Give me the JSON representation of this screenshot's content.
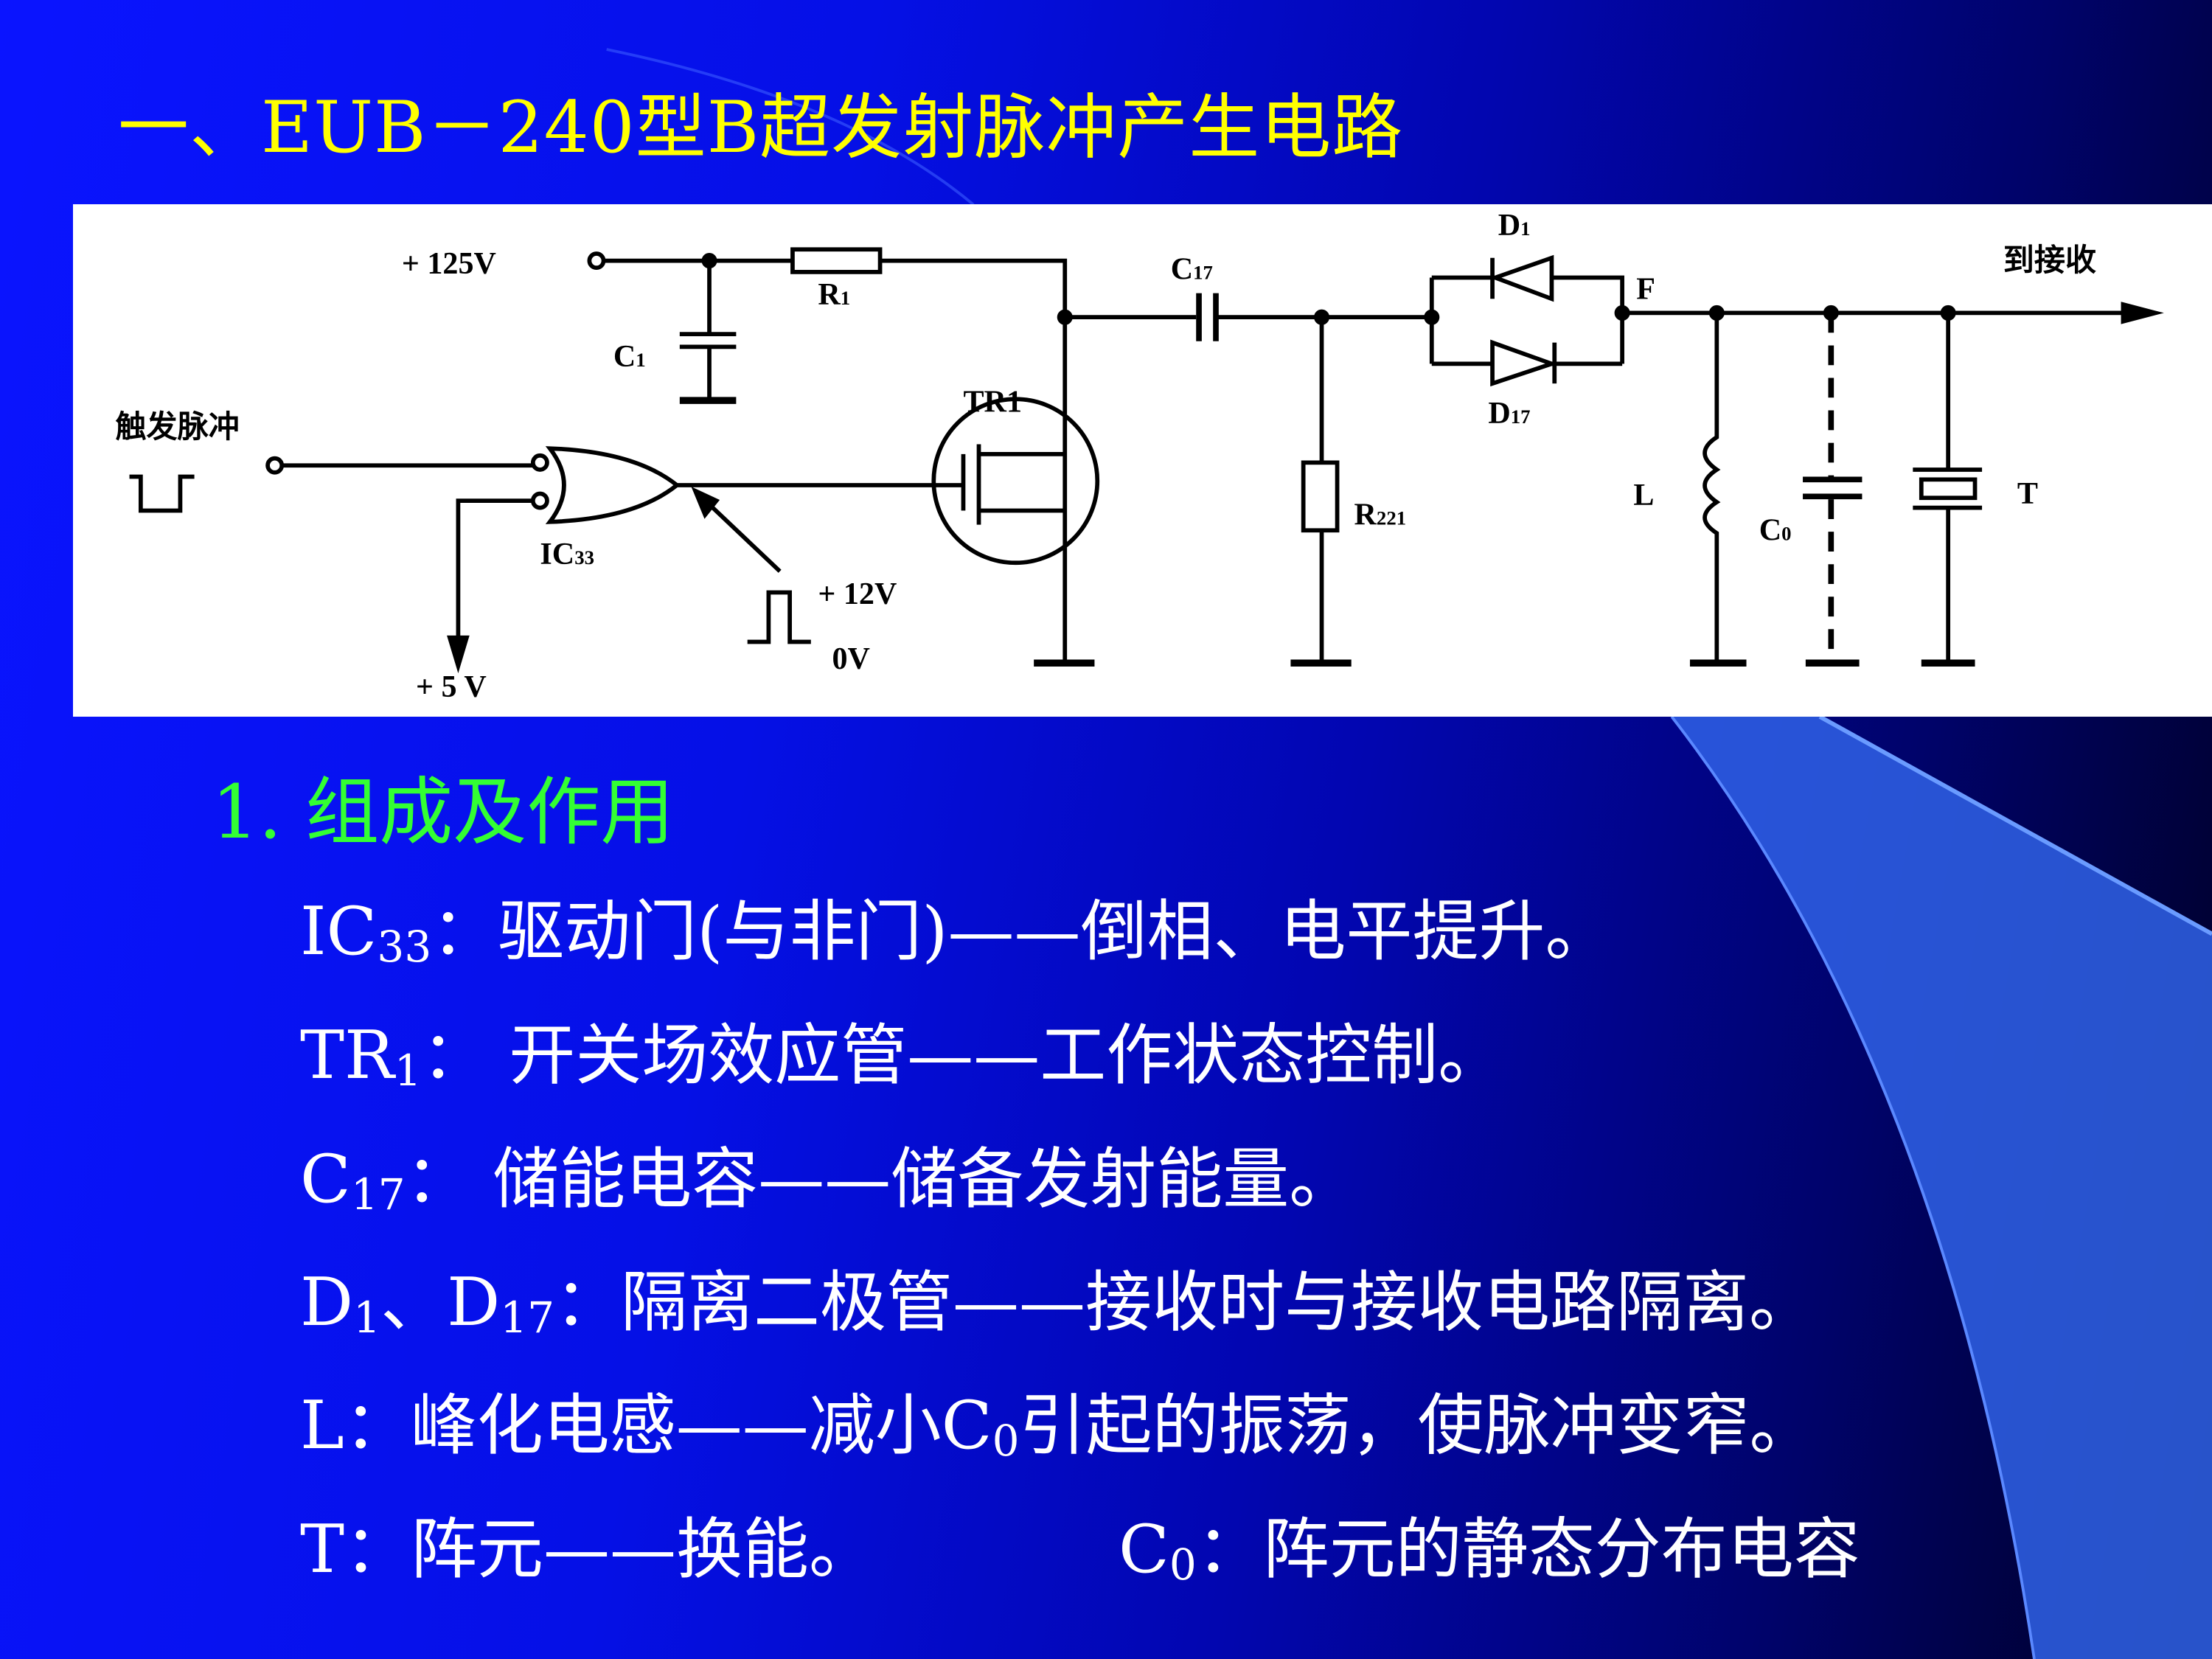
{
  "title": "一、EUB－240型B超发射脉冲产生电路",
  "circuit": {
    "v125": "+ 125V",
    "r1": "R",
    "r1_sub": "1",
    "c1": "C",
    "c1_sub": "1",
    "trigger": "触发脉冲",
    "tr1": "TR1",
    "ic33": "IC",
    "ic33_sub": "33",
    "v5": "+ 5 V",
    "v12": "+ 12V",
    "v0": "0V",
    "c17": "C",
    "c17_sub": "17",
    "d1": "D",
    "d1_sub": "1",
    "d17": "D",
    "d17_sub": "17",
    "f": "F",
    "r221": "R",
    "r221_sub": "221",
    "l": "L",
    "c0": "C",
    "c0_sub": "0",
    "t": "T",
    "to_receiver": "到接收"
  },
  "section": {
    "heading": "1. 组成及作用",
    "items": [
      {
        "a": "IC",
        "a_sub": "33",
        "b": "：驱动门(与非门)——倒相、电平提升。"
      },
      {
        "a": "TR",
        "a_sub": "1",
        "b": "：  开关场效应管——工作状态控制。"
      },
      {
        "a": "C",
        "a_sub": "17",
        "b": "：  储能电容——储备发射能量。"
      },
      {
        "a": "D",
        "a_sub": "1",
        "a2": "、D",
        "a2_sub": "17",
        "b": "：隔离二极管——接收时与接收电路隔离。"
      },
      {
        "a": "L：峰化电感——减小C",
        "a_sub": "0",
        "b": "引起的振荡，使脉冲变窄。"
      },
      {
        "a": "T：阵元——换能。",
        "c": "C",
        "c_sub": "0",
        "d": "：阵元的静态分布电容"
      }
    ]
  },
  "colors": {
    "title": "#ffff00",
    "heading": "#33ff33",
    "body": "#ffffff"
  }
}
